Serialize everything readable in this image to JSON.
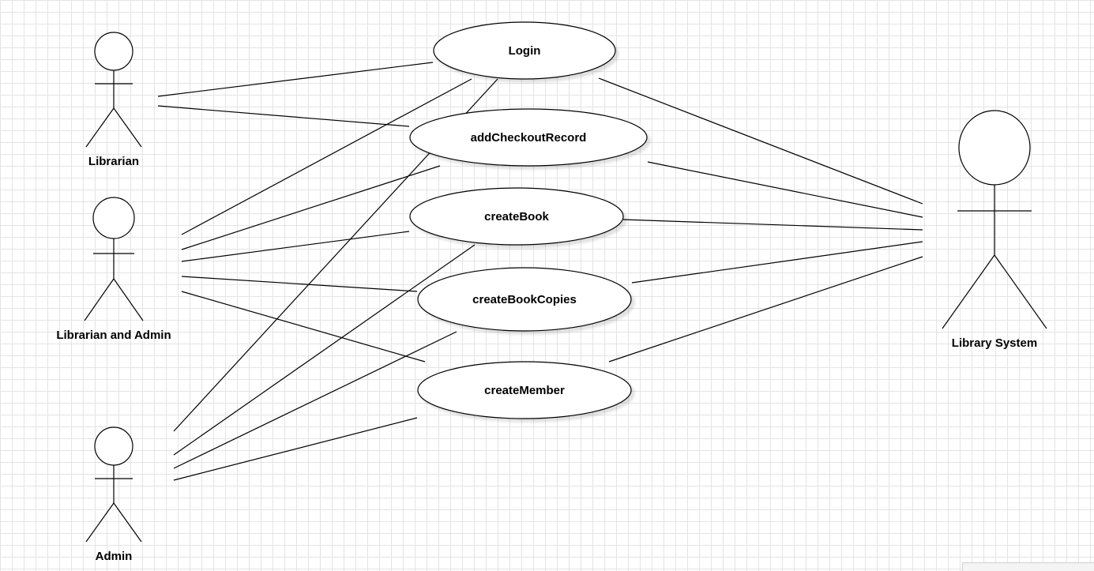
{
  "diagram": {
    "type": "use-case",
    "actors": [
      {
        "id": "librarian",
        "label": "Librarian"
      },
      {
        "id": "librarian-admin",
        "label": "Librarian and Admin"
      },
      {
        "id": "admin",
        "label": "Admin"
      },
      {
        "id": "library-system",
        "label": "Library System"
      }
    ],
    "use_cases": [
      {
        "id": "login",
        "label": "Login"
      },
      {
        "id": "add-checkout-record",
        "label": "addCheckoutRecord"
      },
      {
        "id": "create-book",
        "label": "createBook"
      },
      {
        "id": "create-book-copies",
        "label": "createBookCopies"
      },
      {
        "id": "create-member",
        "label": "createMember"
      }
    ],
    "associations": [
      {
        "from": "librarian",
        "to": "login"
      },
      {
        "from": "librarian",
        "to": "add-checkout-record"
      },
      {
        "from": "librarian-admin",
        "to": "login"
      },
      {
        "from": "librarian-admin",
        "to": "add-checkout-record"
      },
      {
        "from": "librarian-admin",
        "to": "create-book"
      },
      {
        "from": "librarian-admin",
        "to": "create-book-copies"
      },
      {
        "from": "librarian-admin",
        "to": "create-member"
      },
      {
        "from": "admin",
        "to": "login"
      },
      {
        "from": "admin",
        "to": "create-book"
      },
      {
        "from": "admin",
        "to": "create-book-copies"
      },
      {
        "from": "admin",
        "to": "create-member"
      },
      {
        "from": "library-system",
        "to": "login"
      },
      {
        "from": "library-system",
        "to": "add-checkout-record"
      },
      {
        "from": "library-system",
        "to": "create-book"
      },
      {
        "from": "library-system",
        "to": "create-book-copies"
      },
      {
        "from": "library-system",
        "to": "create-member"
      }
    ]
  }
}
